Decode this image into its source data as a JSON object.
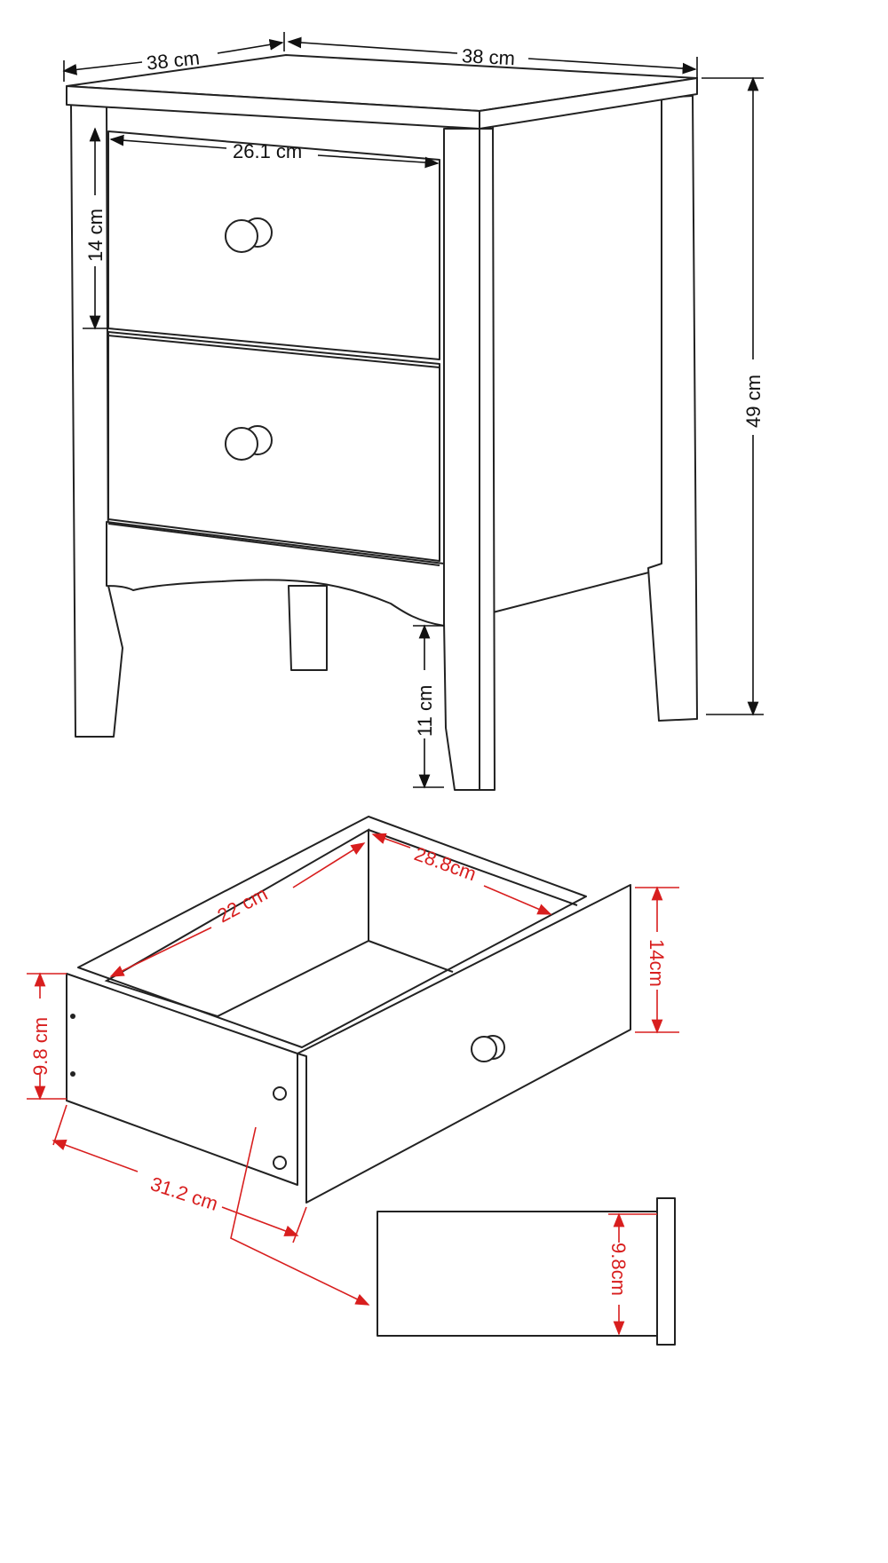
{
  "title": "Bedside table dimensions diagram",
  "colors": {
    "line": "#222222",
    "drawer_dimension": "#d81e1e"
  },
  "cabinet_dimensions": {
    "top_width_left": "38 cm",
    "top_depth_right": "38 cm",
    "drawer_front_width": "26.1 cm",
    "drawer_front_height": "14 cm",
    "total_height": "49 cm",
    "leg_clearance": "11 cm"
  },
  "drawer_dimensions": {
    "inner_depth": "22 cm",
    "inner_width": "28.8cm",
    "front_height": "14cm",
    "side_height": "9.8 cm",
    "outer_length": "31.2 cm",
    "side_view_height": "9.8cm"
  }
}
